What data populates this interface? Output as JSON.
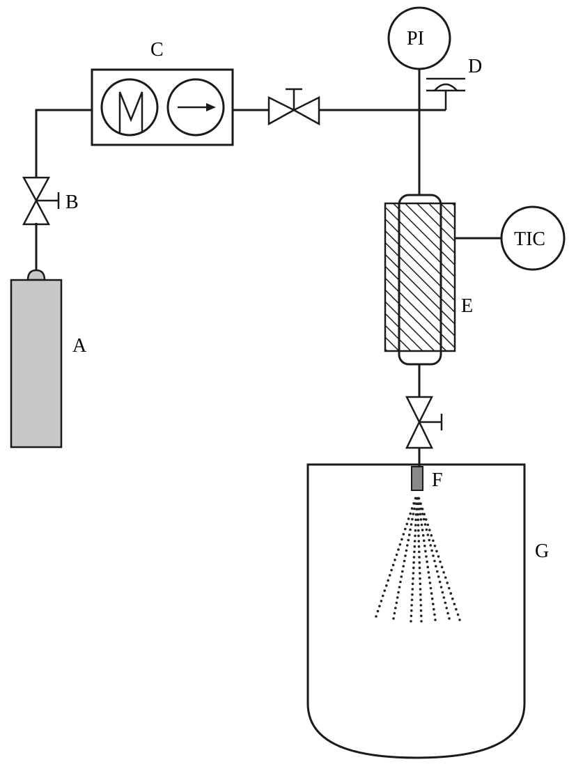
{
  "labels": {
    "A": "A",
    "B": "B",
    "C": "C",
    "D": "D",
    "E": "E",
    "F": "F",
    "G": "G",
    "PI": "PI",
    "TIC": "TIC"
  },
  "colors": {
    "line": "#1a1a1a",
    "cylinder_fill": "#c8c8c8",
    "nozzle_fill": "#8a8a8a",
    "background": "#ffffff"
  }
}
